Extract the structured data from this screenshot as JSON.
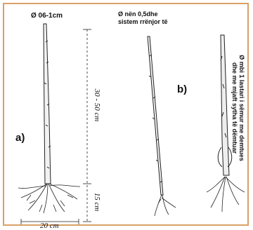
{
  "labels": {
    "diameter_a": "Ø 06-1cm",
    "diameter_b_line1": "Ø nën 0,5dhe",
    "diameter_b_line2": "sistem rrënjor të",
    "marker_a": "a)",
    "marker_b": "b)",
    "height_dimension": "30 - 50 cm",
    "root_dimension": "15 cm",
    "width_dimension": "20 cm",
    "vertical_line1": "Ø mbi 1 lastari i sëmur me demtues",
    "vertical_line2": "dhe me mjaft sytha të dëmtuar"
  },
  "colors": {
    "border": "#d9a066",
    "ink": "#111111"
  }
}
